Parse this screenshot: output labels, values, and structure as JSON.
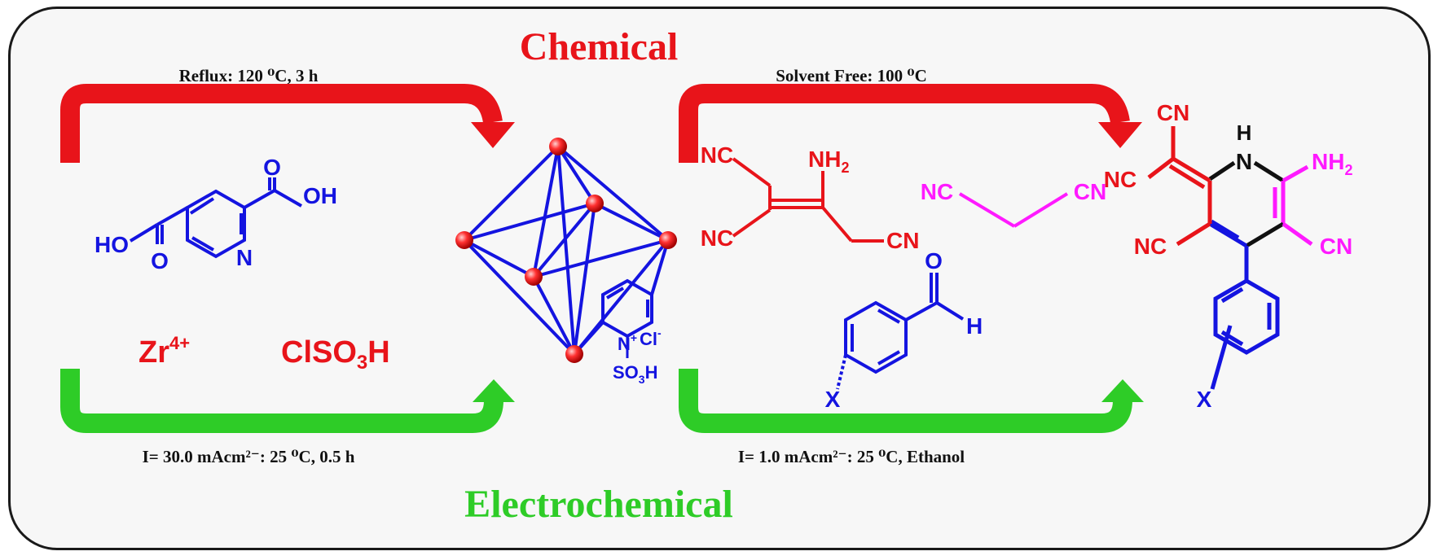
{
  "titles": {
    "chemical": "Chemical",
    "electrochemical": "Electrochemical"
  },
  "conditions": {
    "left_top": "Reflux: 120 ⁰C,  3 h",
    "right_top": "Solvent Free: 100 ⁰C",
    "left_bottom": "I= 30.0 mAcm²⁻: 25 ⁰C, 0.5 h",
    "right_bottom": "I= 1.0 mAcm²⁻: 25 ⁰C, Ethanol"
  },
  "left_reagents": {
    "oh_top": "OH",
    "ho_left": "HO",
    "o_top": "O",
    "o_bottom": "O",
    "n_ring": "N",
    "zr": "Zr",
    "zr_charge": "4+",
    "clso3h_main": "ClSO",
    "clso3h_sub": "3",
    "clso3h_end": "H"
  },
  "catalyst": {
    "n_plus": "N",
    "plus": "+",
    "cl": "Cl",
    "cl_minus": "-",
    "so3h": "SO",
    "so3h_sub": "3",
    "so3h_end": "H"
  },
  "reactants": {
    "nc1": "NC",
    "nc2": "NC",
    "nh2": "NH",
    "nh2_sub": "2",
    "cn1": "CN",
    "mal_nc": "NC",
    "mal_cn": "CN",
    "ald_o": "O",
    "ald_h": "H",
    "x": "X"
  },
  "product": {
    "cn_top": "CN",
    "nc_left": "NC",
    "nh": "N",
    "h": "H",
    "nh2": "NH",
    "nh2_sub": "2",
    "nc_bottom": "NC",
    "cn_right": "CN",
    "x": "X"
  },
  "colors": {
    "red": "#e8141a",
    "green": "#2ecc27",
    "blue": "#1414e0",
    "magenta": "#ff1aff",
    "black": "#111111"
  }
}
